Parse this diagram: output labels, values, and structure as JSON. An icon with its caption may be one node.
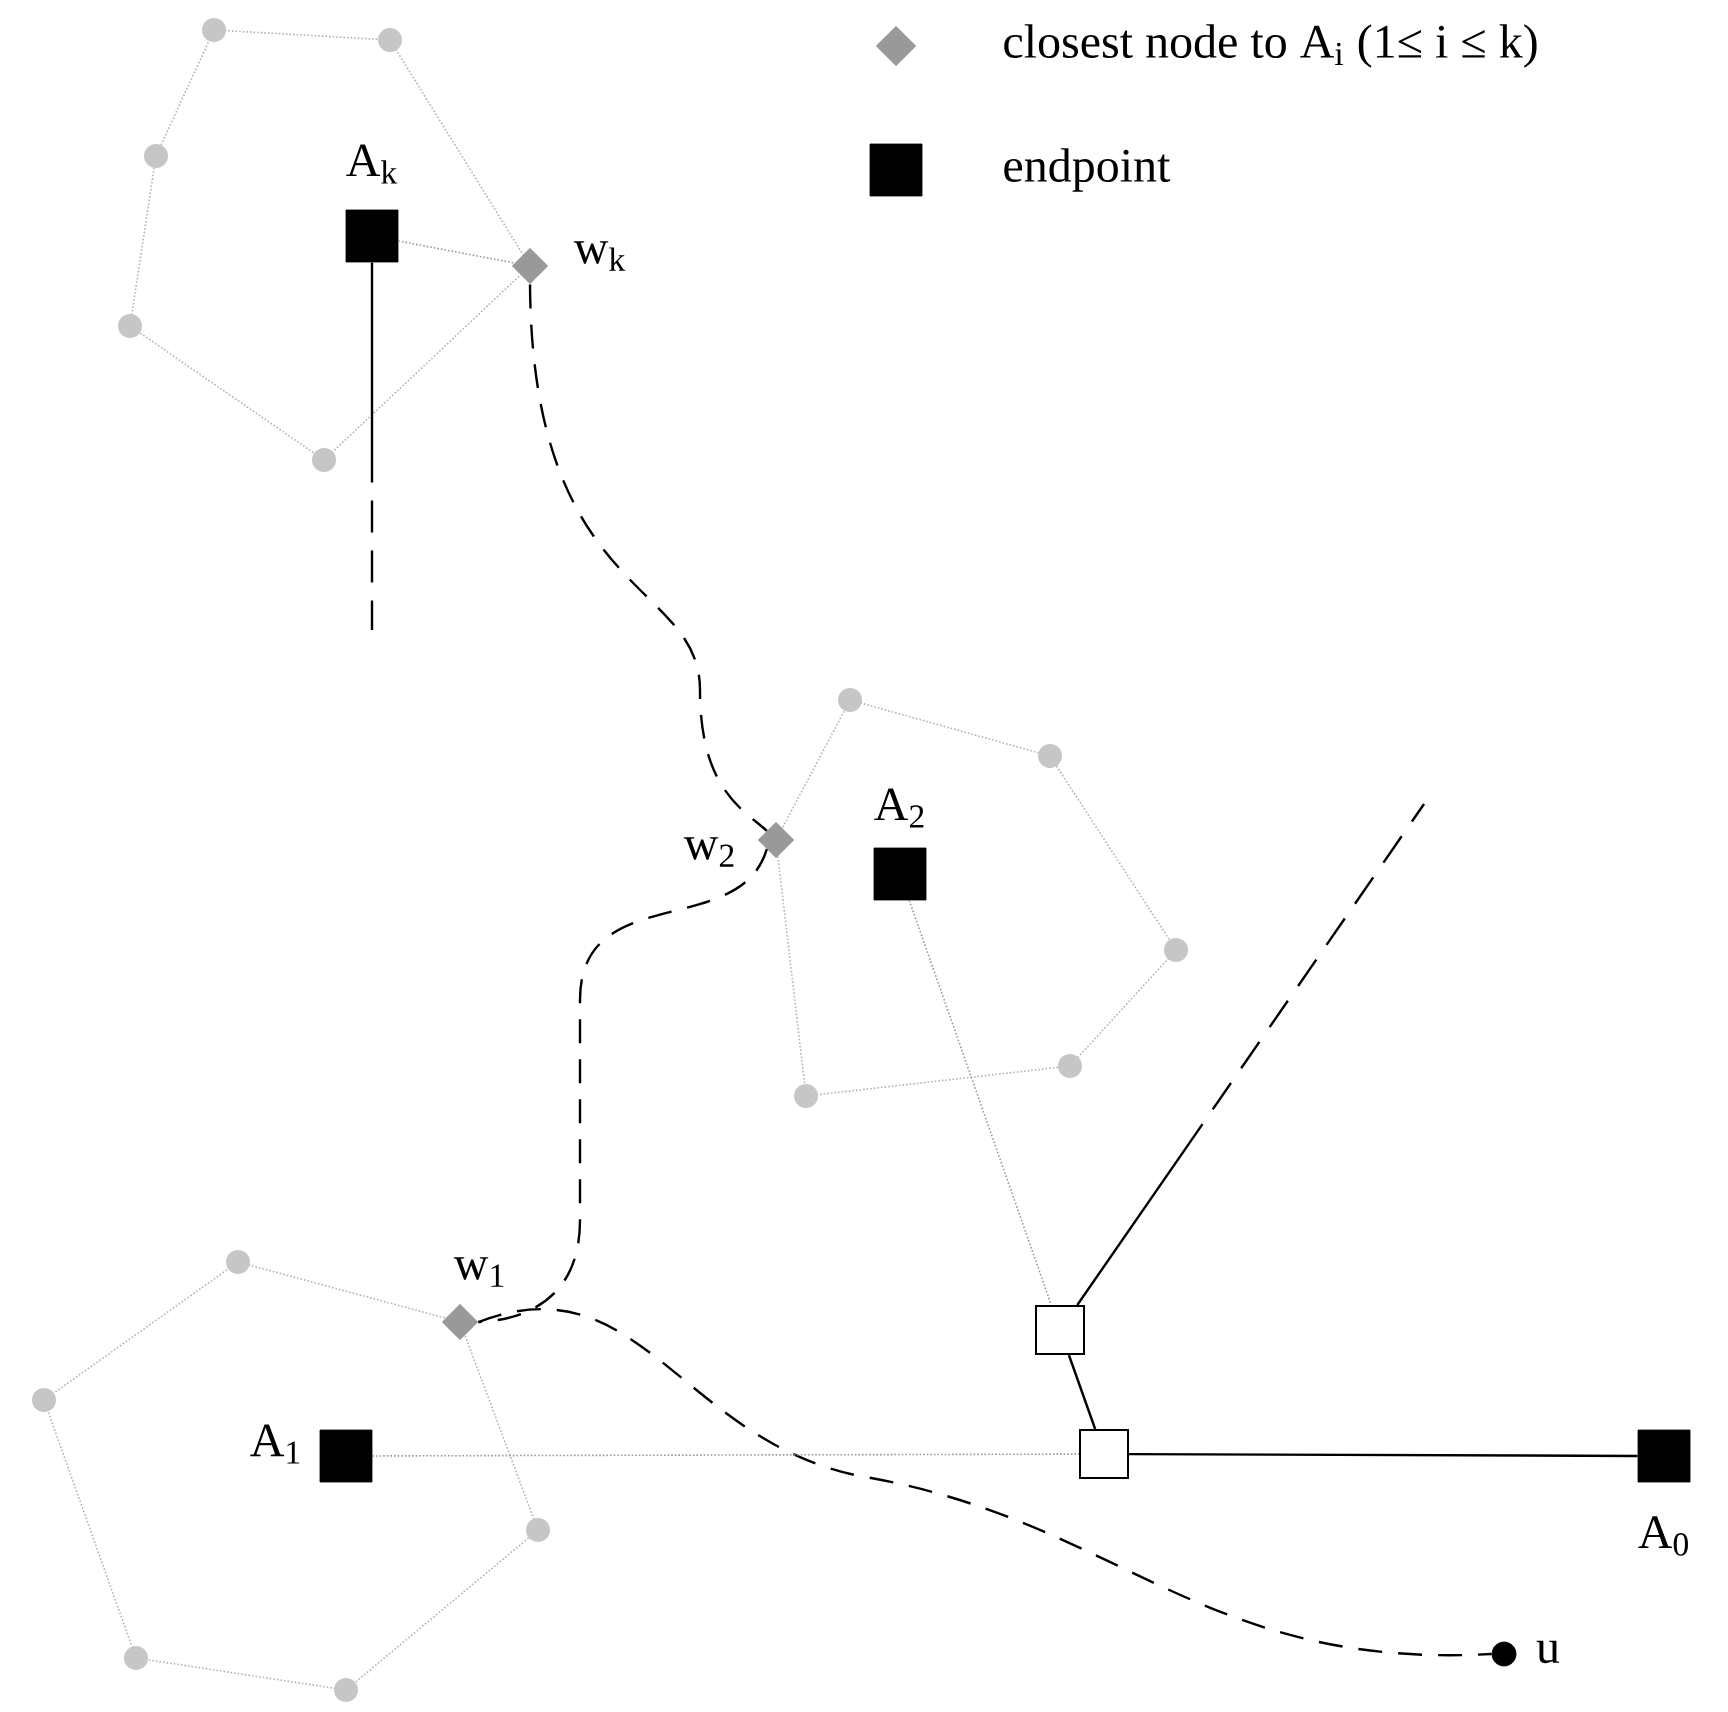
{
  "diagram": {
    "nodes": [
      {
        "text": [
          "A$_{k}$"
        ]
      },
      {
        "text": [
          "w$_{k}$"
        ]
      },
      {
        "text": [
          "w$_{2}$"
        ]
      },
      {
        "text": [
          "A$_{2}$"
        ]
      },
      {
        "text": [
          "w$_{1}$"
        ]
      },
      {
        "text": [
          "A$_{1}$"
        ]
      },
      {
        "text": [],
        "shape": "box"
      },
      {
        "text": [],
        "shape": "box"
      },
      {
        "text": [
          "A$_{0}$"
        ]
      },
      {
        "text": [
          "u"
        ]
      }
    ],
    "edges": [
      {
        "from": 0,
        "to": 1,
        "arrow": "none",
        "style": "dashed",
        "color": "#999999"
      },
      {
        "from": 0,
        "to": null,
        "arrow": "none",
        "style": "dashed"
      },
      {
        "from": 1,
        "to": 2,
        "arrow": "none",
        "style": "dashed"
      },
      {
        "from": 2,
        "to": 4,
        "arrow": "none",
        "style": "dashed"
      },
      {
        "from": 4,
        "to": 9,
        "arrow": "none",
        "style": "dashed"
      },
      {
        "from": 3,
        "to": 6,
        "arrow": "none",
        "style": "dashed",
        "color": "#999999"
      },
      {
        "from": 6,
        "to": null,
        "arrow": "none",
        "style": "dashed"
      },
      {
        "from": 6,
        "to": 7,
        "arrow": "none"
      },
      {
        "from": 7,
        "to": 8,
        "arrow": "none"
      },
      {
        "from": 5,
        "to": 7,
        "arrow": "none",
        "style": "dashed",
        "color": "#999999"
      }
    ],
    "legend": [
      {
        "text": "closest node to A$_{i}$ (1≤ i ≤ k)"
      },
      {
        "text": "endpoint"
      }
    ]
  }
}
